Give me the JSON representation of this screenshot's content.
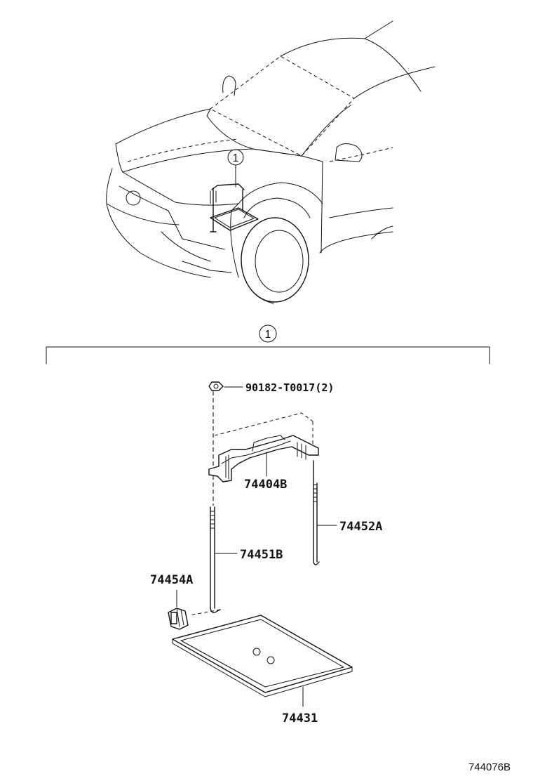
{
  "callout": "1",
  "parts": {
    "nut": "90182-T0017(2)",
    "clamp": "74404B",
    "rod_right": "74452A",
    "rod_left": "74451B",
    "clip": "74454A",
    "tray": "74431"
  },
  "diagram_code": "744076B"
}
